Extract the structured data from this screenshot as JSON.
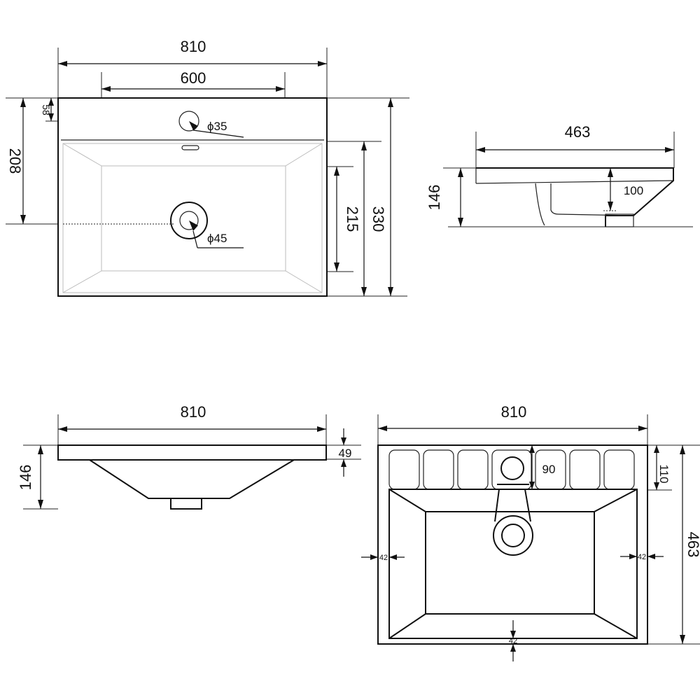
{
  "top_view": {
    "width": "810",
    "inner_width": "600",
    "faucet_offset": "58",
    "drain_offset": "208",
    "basin_depth": "215",
    "depth": "330",
    "faucet_hole": "ϕ35",
    "drain_hole": "ϕ45"
  },
  "side_view": {
    "length": "463",
    "height": "146",
    "bowl_depth": "100"
  },
  "front_view": {
    "width": "810",
    "height": "146",
    "rim_thickness": "49"
  },
  "plan_view": {
    "width": "810",
    "depth": "463",
    "faucet_from_back": "90",
    "deck_depth": "110",
    "left_margin": "42",
    "right_margin": "42",
    "front_margin": "42"
  }
}
